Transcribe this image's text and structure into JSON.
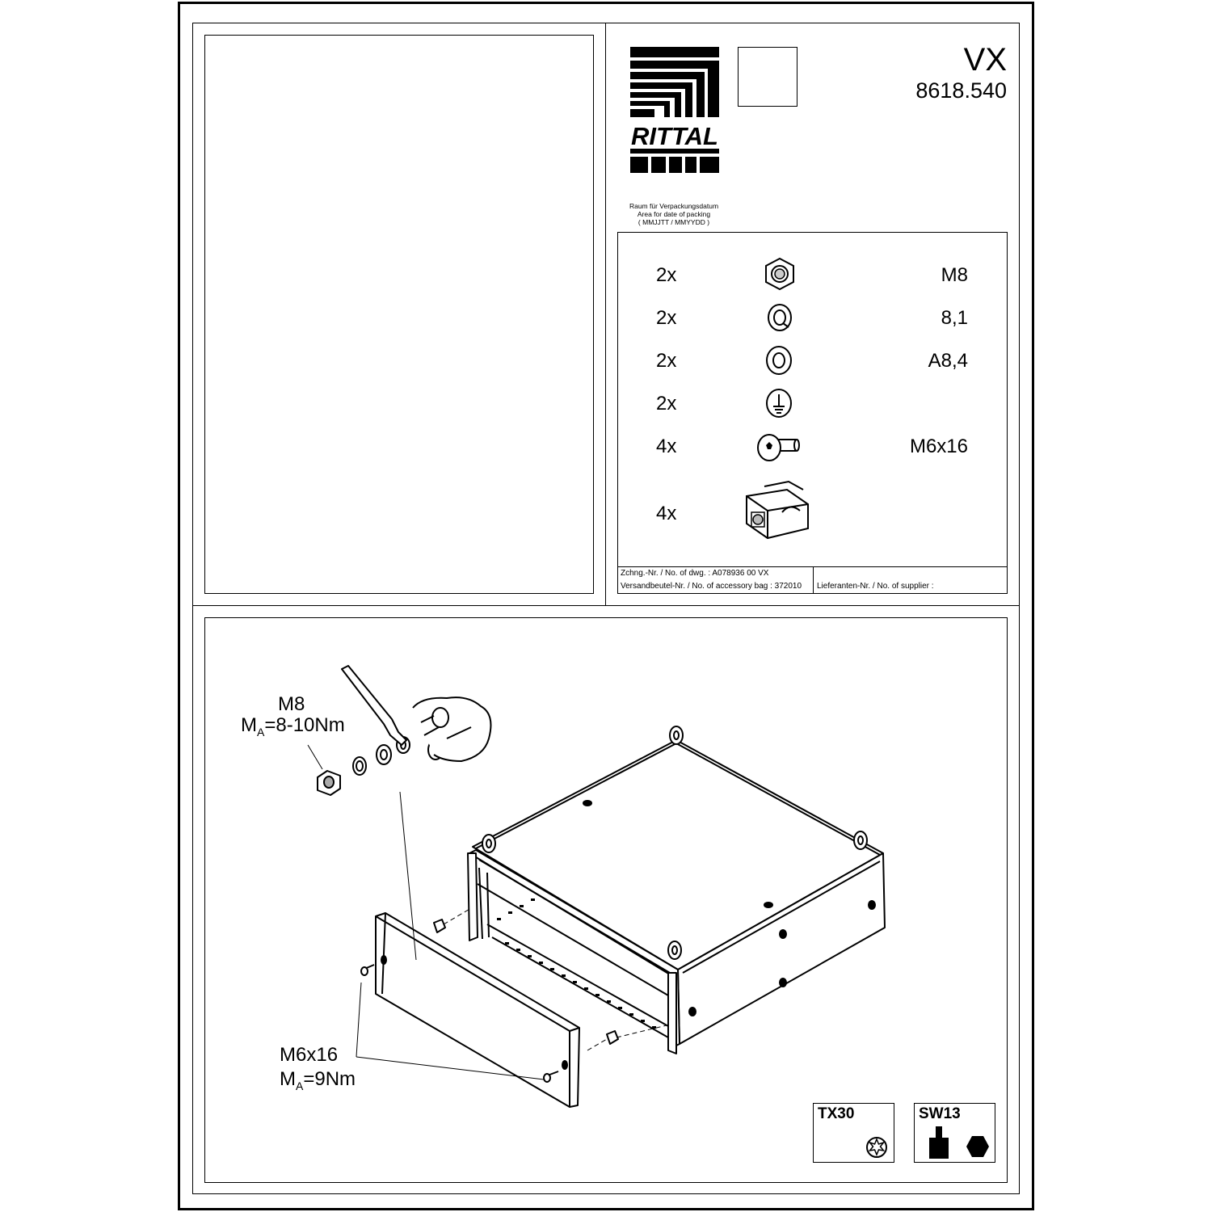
{
  "header": {
    "series": "VX",
    "article_number": "8618.540",
    "brand": "RITTAL"
  },
  "packing_note": {
    "line1": "Raum für Verpackungsdatum",
    "line2": "Area for date of packing",
    "line3": "( MMJJTT / MMYYDD )"
  },
  "parts": [
    {
      "qty": "2x",
      "spec": "M8",
      "icon": "hex-nut-icon"
    },
    {
      "qty": "2x",
      "spec": "8,1",
      "icon": "spring-washer-icon"
    },
    {
      "qty": "2x",
      "spec": "A8,4",
      "icon": "flat-washer-icon"
    },
    {
      "qty": "2x",
      "spec": "",
      "icon": "earth-washer-icon"
    },
    {
      "qty": "4x",
      "spec": "M6x16",
      "icon": "screw-icon"
    },
    {
      "qty": "4x",
      "spec": "",
      "icon": "captive-nut-icon"
    }
  ],
  "footer": {
    "drawing_no": "Zchng.-Nr. / No. of dwg. : A078936 00 VX",
    "bag_no": "Versandbeutel-Nr. / No. of accessory bag : 372010",
    "supplier_no": "Lieferanten-Nr. / No. of supplier :"
  },
  "callouts": {
    "nut_size": "M8",
    "nut_torque_prefix": "M",
    "nut_torque_sub": "A",
    "nut_torque_value": "=8-10Nm",
    "screw_size": "M6x16",
    "screw_torque_prefix": "M",
    "screw_torque_sub": "A",
    "screw_torque_value": "=9Nm"
  },
  "tools": [
    {
      "label": "TX30",
      "icon": "torx-icon"
    },
    {
      "label": "SW13",
      "icon": "hex-socket-icon"
    }
  ]
}
